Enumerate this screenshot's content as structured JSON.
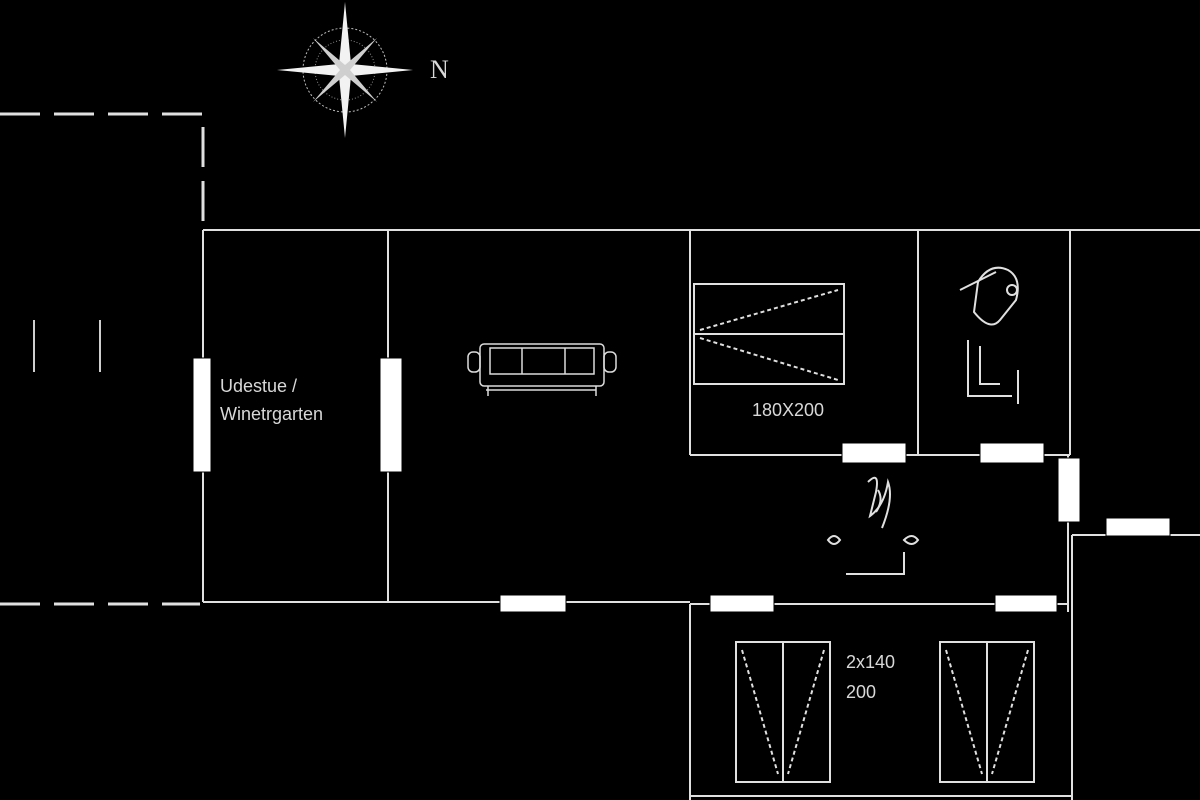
{
  "compass": {
    "north_label": "N",
    "icon": "compass-rose-icon"
  },
  "rooms": {
    "conservatory": {
      "line1": "Udestue /",
      "line2": "Winetrgarten"
    },
    "bedroom1": {
      "bed_size": "180X200"
    },
    "bedroom2": {
      "line1": "2x140",
      "line2": "200"
    }
  },
  "furniture": {
    "sofa": "sofa-icon",
    "toilet": "toilet-icon",
    "shower": "shower-icon",
    "fireplace": "fireplace-icon"
  },
  "colors": {
    "background": "#000000",
    "lines": "#e0e0e0",
    "doors": "#ffffff"
  }
}
